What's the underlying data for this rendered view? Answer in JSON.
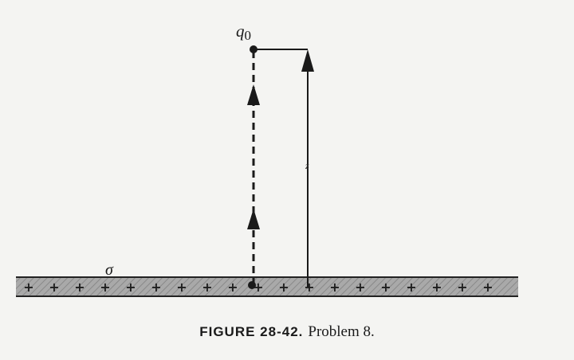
{
  "figure": {
    "charge_label": "q",
    "charge_subscript": "0",
    "sheet_symbol": "σ",
    "distance_label": "z",
    "sheet_sign": "+",
    "caption_number": "FIGURE 28-42.",
    "caption_text": "Problem 8."
  }
}
